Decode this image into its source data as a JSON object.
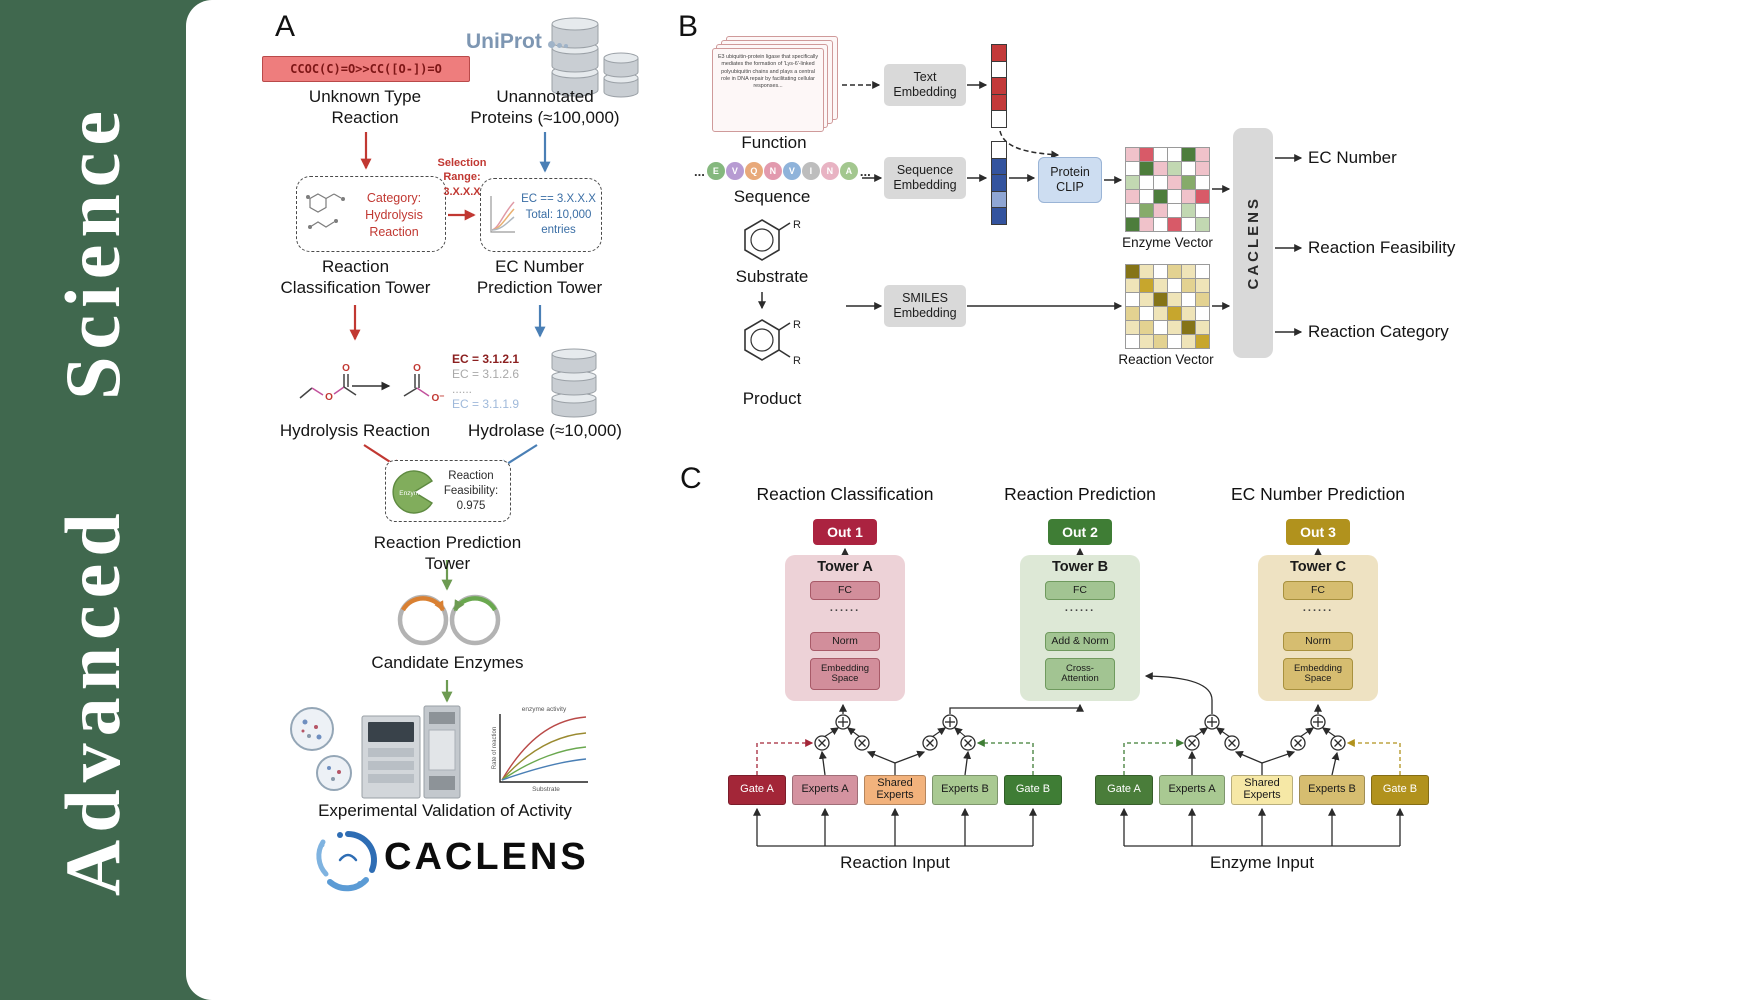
{
  "colors": {
    "journal_green": "#40684e",
    "red_accent": "#c13832",
    "blue_accent": "#4a7fb5",
    "green_accent": "#6d9b52",
    "out1_red": "#ab2340",
    "out2_green": "#3f7d35",
    "out3_gold": "#b1921d",
    "tower_a_bg": "#edd2d7",
    "tower_b_bg": "#dde8d6",
    "tower_c_bg": "#eee2c2"
  },
  "journal": {
    "name": "Advanced Science"
  },
  "panelA": {
    "label": "A",
    "smiles": "CCOC(C)=O>>CC([O-])=O",
    "unknown_reaction": "Unknown Type\nReaction",
    "uniprot": "UniProt",
    "unannotated_proteins": "Unannotated\nProteins (≈100,000)",
    "category_box": "Category:\nHydrolysis\nReaction",
    "selection_range": "Selection\nRange:\n3.X.X.X",
    "ec_box": "EC == 3.X.X.X\nTotal: 10,000\nentries",
    "reaction_classification_tower": "Reaction\nClassification Tower",
    "ec_number_prediction_tower": "EC Number\nPrediction Tower",
    "ec_list": [
      "EC = 3.1.2.1",
      "EC = 3.1.2.6",
      "......",
      "EC = 3.1.1.9"
    ],
    "hydrolysis_reaction": "Hydrolysis Reaction",
    "hydrolase": "Hydrolase (≈10,000)",
    "enzyme_blob_label": "Enzyme",
    "feasibility_box": "Reaction\nFeasibility:\n0.975",
    "reaction_prediction_tower": "Reaction Prediction Tower",
    "candidate_enzymes": "Candidate Enzymes",
    "activity_plot": {
      "title": "enzyme activity",
      "xlabel": "Substrate",
      "ylabel": "Rate of reaction"
    },
    "experimental_validation": "Experimental Validation of Activity",
    "logo_text": "CACLENS",
    "atoms": {
      "o": "O",
      "o_minus": "O⁻"
    }
  },
  "panelB": {
    "label": "B",
    "function_card_text": "E3 ubiquitin-protein ligase that specifically mediates the formation of 'Lys-6'-linked polyubiquitin chains and plays a central role in DNA repair by facilitating cellular responses...",
    "function_label": "Function",
    "sequence_label": "Sequence",
    "substrate_label": "Substrate",
    "product_label": "Product",
    "r_group": "R",
    "ellipsis": "...",
    "residues": [
      {
        "letter": "E",
        "color": "#85b87e"
      },
      {
        "letter": "V",
        "color": "#b79bd2"
      },
      {
        "letter": "Q",
        "color": "#e8a97a"
      },
      {
        "letter": "N",
        "color": "#e29aae"
      },
      {
        "letter": "V",
        "color": "#8fb3da"
      },
      {
        "letter": "I",
        "color": "#bdbdbd"
      },
      {
        "letter": "N",
        "color": "#e8b3c3"
      },
      {
        "letter": "A",
        "color": "#a3c78f"
      }
    ],
    "text_embedding": "Text\nEmbedding",
    "sequence_embedding": "Sequence\nEmbedding",
    "smiles_embedding": "SMILES\nEmbedding",
    "protein_clip": "Protein\nCLIP",
    "enzyme_vector_label": "Enzyme Vector",
    "reaction_vector_label": "Reaction Vector",
    "caclens_label": "CACLENS",
    "outputs": [
      "EC Number",
      "Reaction Feasibility",
      "Reaction Category"
    ],
    "text_vector_cells": "rwrrw",
    "sequence_vector_cells": "wbbsb",
    "vector_palette": {
      "r": "#c33a3a",
      "w": "#ffffff",
      "b": "#33539e",
      "s": "#8fa6d4"
    },
    "enzyme_grid_rows": [
      "prwwgp",
      "wgplwp",
      "lwwpmw",
      "pwgwpr",
      "wmpwlw",
      "gpwrwl"
    ],
    "enzyme_grid_palette": {
      "w": "#ffffff",
      "p": "#f0c2ca",
      "r": "#d85a68",
      "g": "#4d7d3c",
      "l": "#c2d8b2",
      "m": "#86ab6a"
    },
    "reaction_grid_rows": [
      "dywtyw",
      "ygywty",
      "wydywt",
      "twygyw",
      "ytwydy",
      "wytwyg"
    ],
    "reaction_grid_palette": {
      "w": "#ffffff",
      "y": "#efe4b8",
      "d": "#857417",
      "g": "#c7a62d",
      "t": "#e3d291"
    }
  },
  "panelC": {
    "label": "C",
    "headers": [
      "Reaction Classification",
      "Reaction Prediction",
      "EC Number Prediction"
    ],
    "outs": [
      "Out 1",
      "Out 2",
      "Out 3"
    ],
    "towers": [
      {
        "name": "Tower A",
        "fc": "FC",
        "dots": "......",
        "mid": "Norm",
        "base": "Embedding\nSpace"
      },
      {
        "name": "Tower B",
        "fc": "FC",
        "dots": "......",
        "mid": "Add & Norm",
        "base": "Cross-\nAttention"
      },
      {
        "name": "Tower C",
        "fc": "FC",
        "dots": "......",
        "mid": "Norm",
        "base": "Embedding\nSpace"
      }
    ],
    "moe_left": {
      "gate_a": "Gate A",
      "experts_a": "Experts A",
      "shared": "Shared\nExperts",
      "experts_b": "Experts B",
      "gate_b": "Gate B"
    },
    "moe_right": {
      "gate_a": "Gate A",
      "experts_a": "Experts A",
      "shared": "Shared\nExperts",
      "experts_b": "Experts B",
      "gate_b": "Gate B"
    },
    "reaction_input": "Reaction Input",
    "enzyme_input": "Enzyme Input"
  }
}
